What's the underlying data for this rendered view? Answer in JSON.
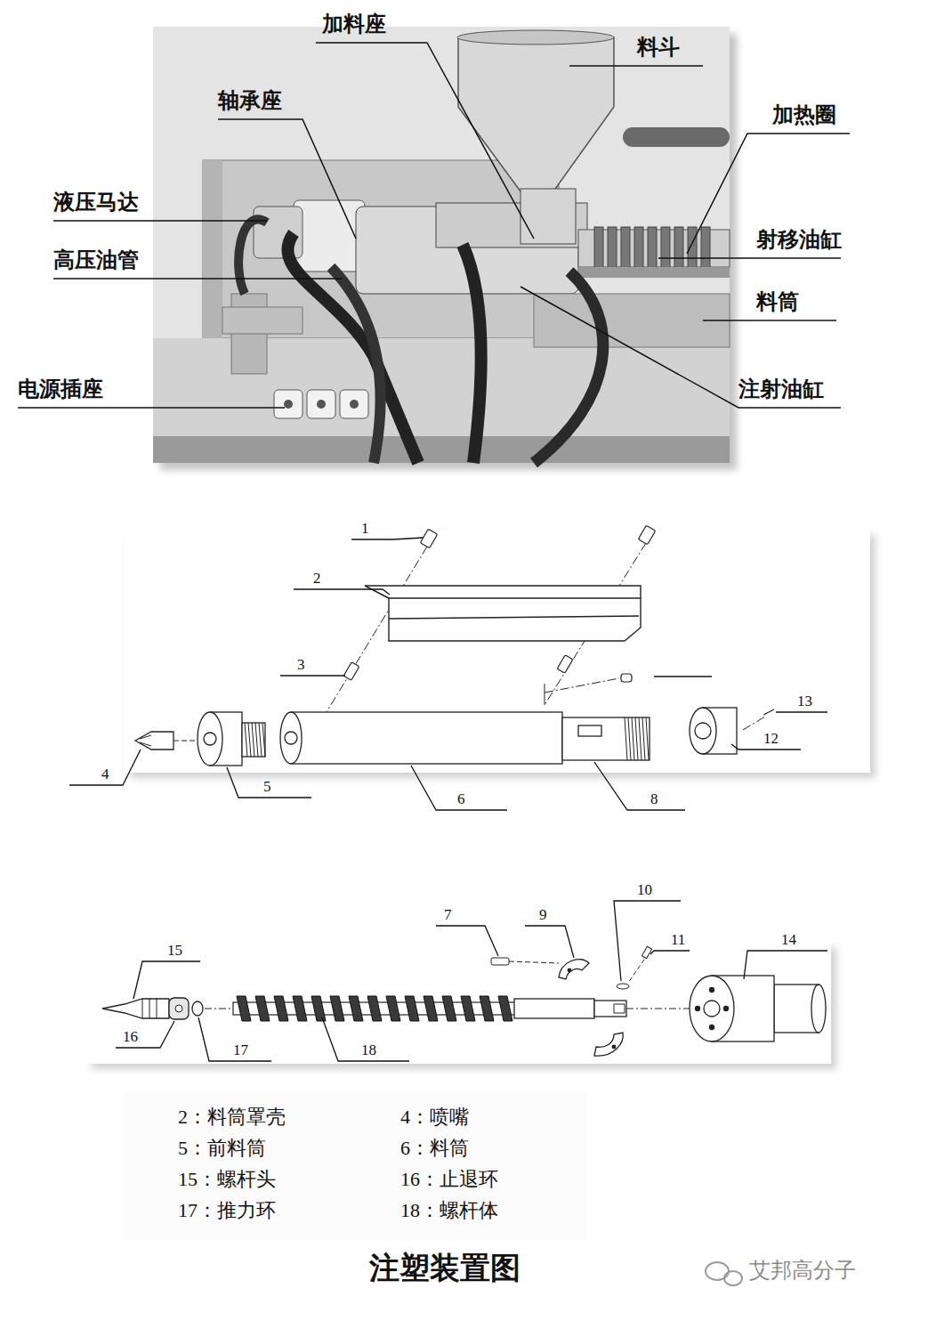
{
  "diagram": {
    "caption": "注塑装置图",
    "labels": [
      "加料座",
      "料斗",
      "轴承座",
      "加热圈",
      "液压马达",
      "射移油缸",
      "高压油管",
      "料筒",
      "电源插座",
      "注射油缸",
      "1",
      "2",
      "3",
      "13",
      "12",
      "4",
      "5",
      "6",
      "8",
      "10",
      "7",
      "9",
      "11",
      "14",
      "15",
      "16",
      "17",
      "18",
      "2：料筒罩壳",
      "4：喷嘴",
      "5：前料筒",
      "6：料筒",
      "15：螺杆头",
      "16：止退环",
      "17：推力环",
      "18：螺杆体",
      "艾邦高分子"
    ]
  }
}
